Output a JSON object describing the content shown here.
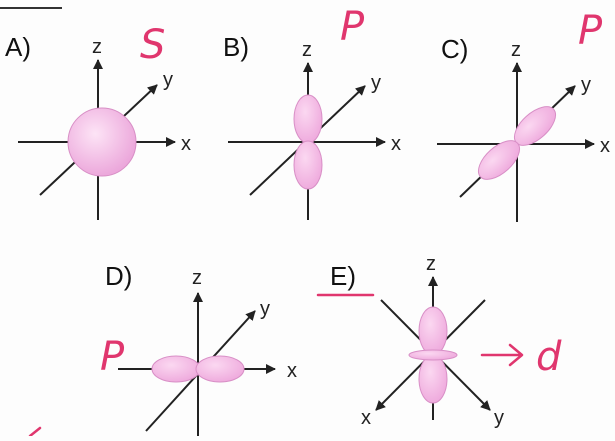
{
  "options": [
    {
      "letter": "A)",
      "annotation": "S",
      "axes": {
        "x": "x",
        "y": "y",
        "z": "z"
      }
    },
    {
      "letter": "B)",
      "annotation": "P",
      "axes": {
        "x": "x",
        "y": "y",
        "z": "z"
      }
    },
    {
      "letter": "C)",
      "annotation": "P",
      "axes": {
        "x": "x",
        "y": "y",
        "z": "z"
      }
    },
    {
      "letter": "D)",
      "annotation": "P",
      "axes": {
        "x": "x",
        "y": "y",
        "z": "z"
      }
    },
    {
      "letter": "E)",
      "annotation": "d",
      "axes": {
        "x": "x",
        "y": "y",
        "z": "z"
      }
    }
  ],
  "colors": {
    "orbital_fill": "#f2b6e4",
    "ink": "#e0366e",
    "axis": "#222222"
  }
}
